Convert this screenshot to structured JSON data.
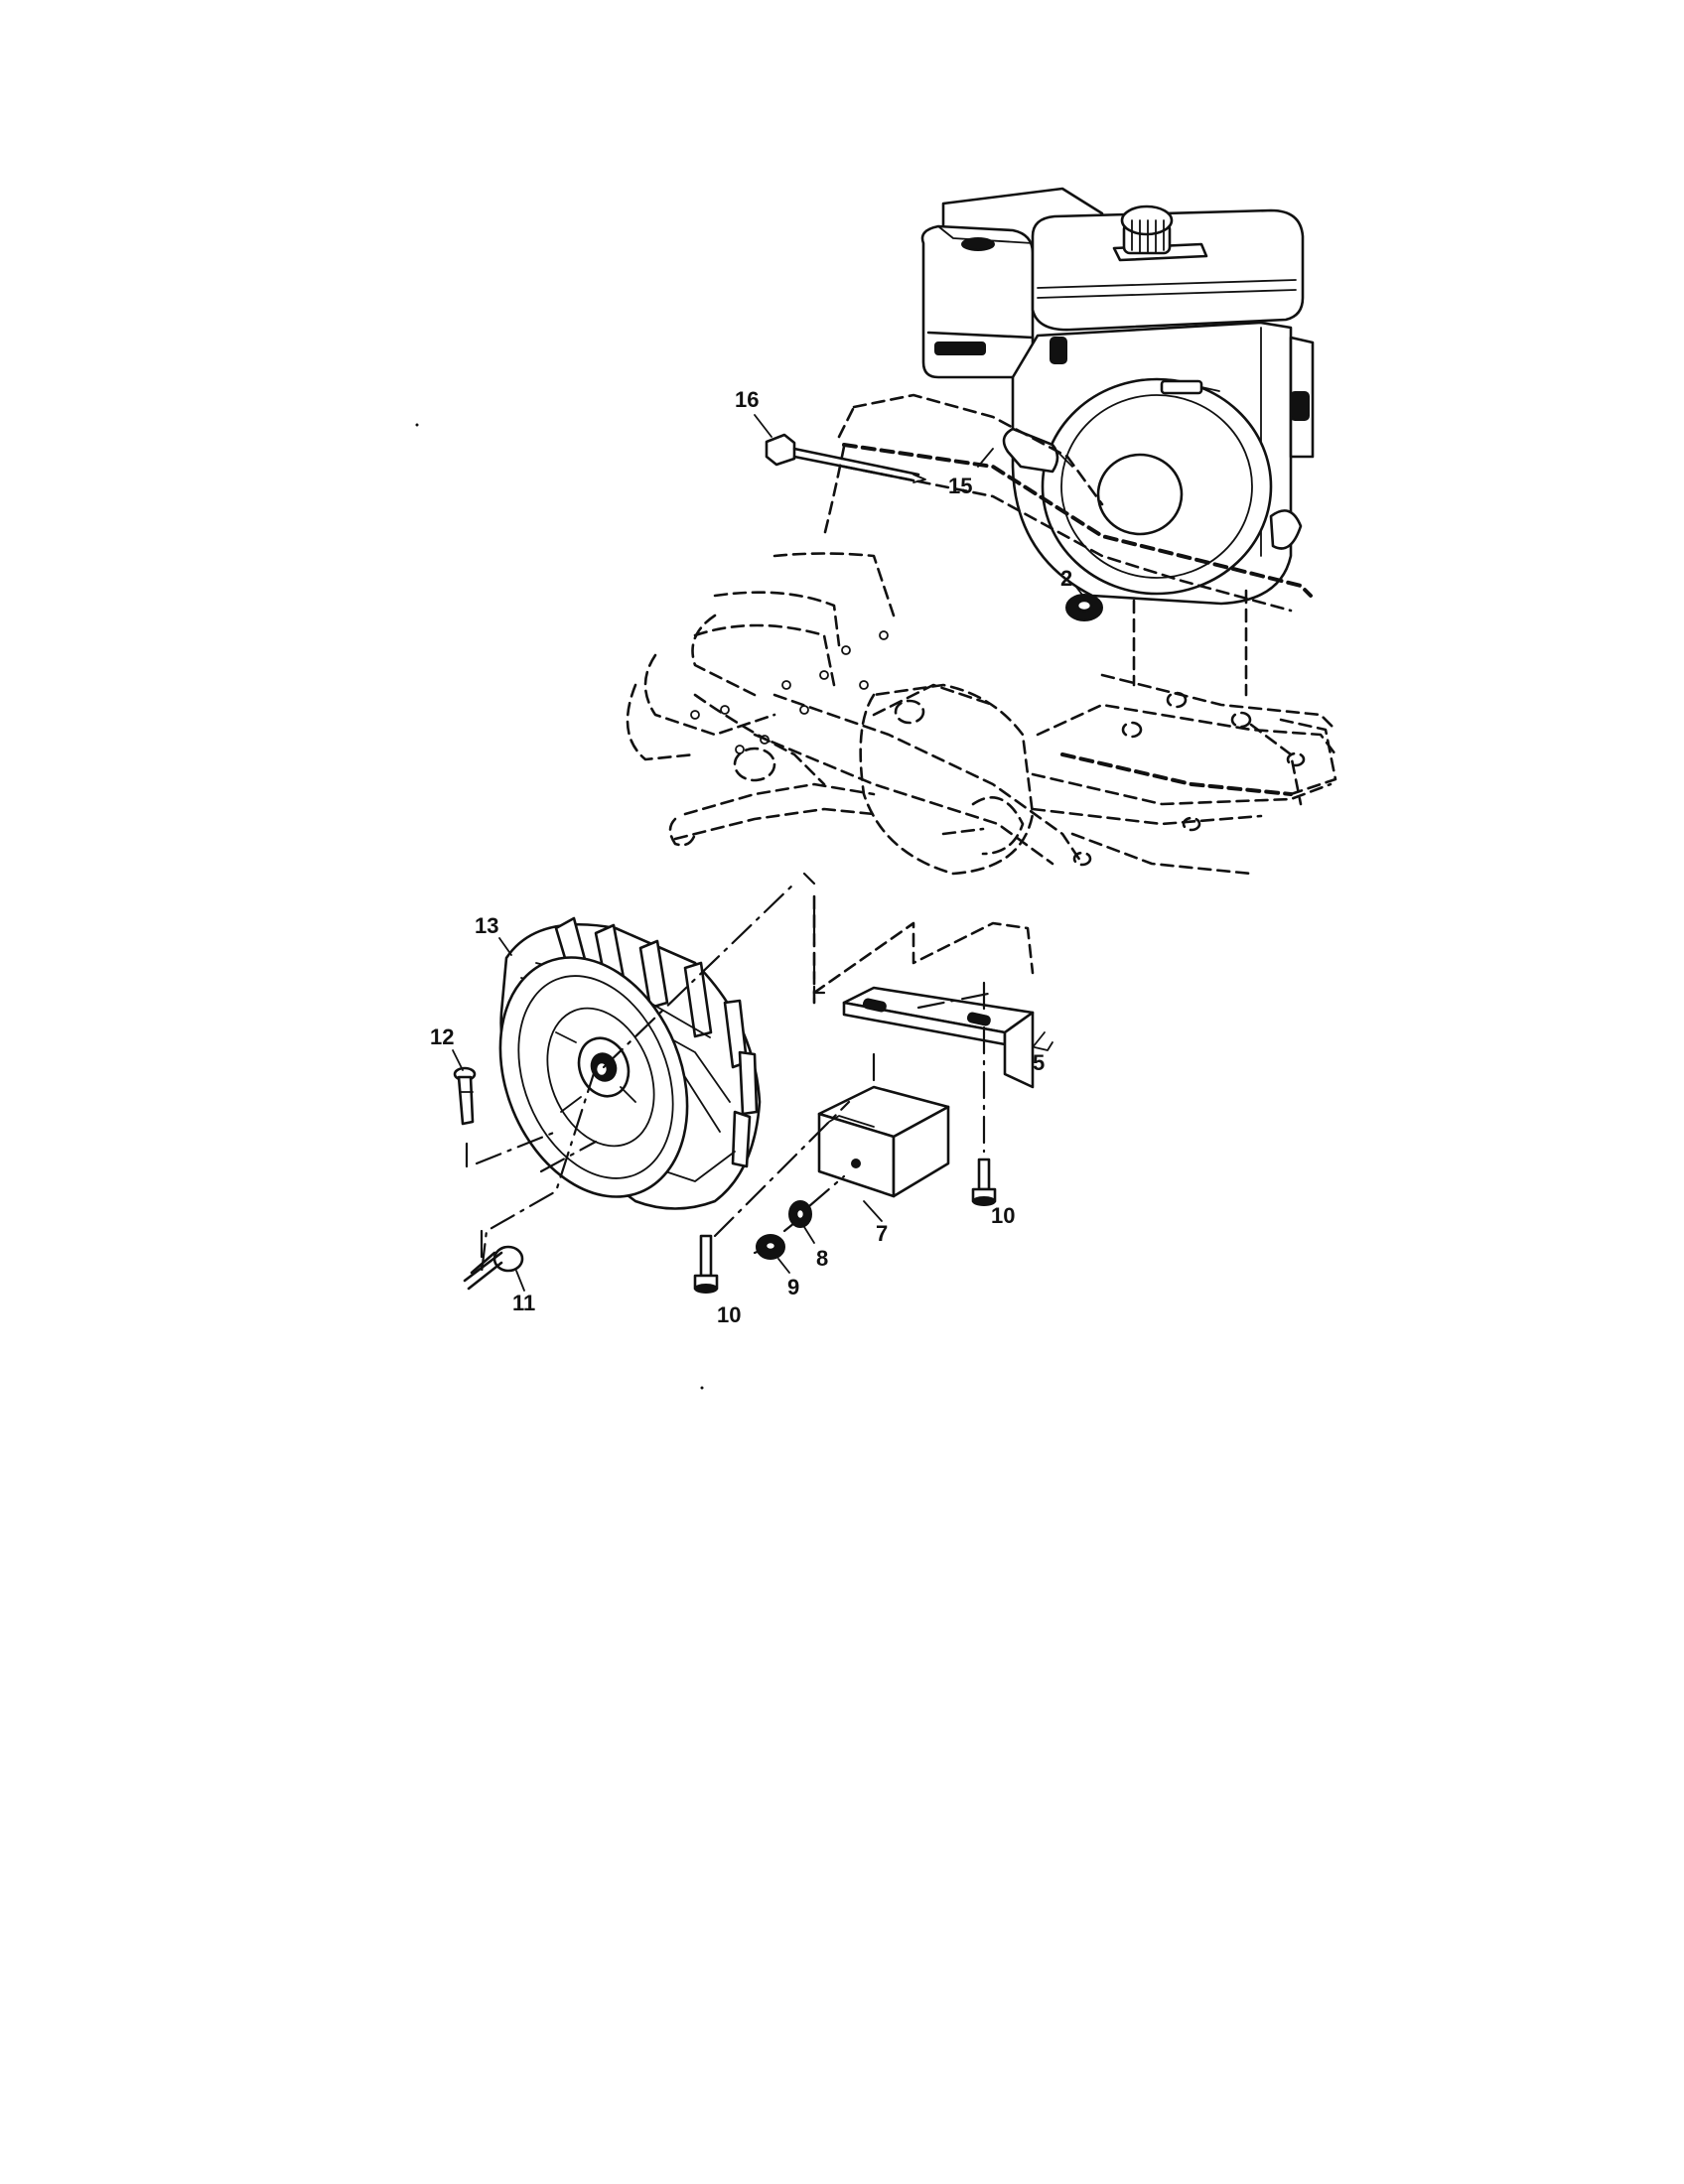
{
  "callouts": [
    {
      "id": "c16",
      "text": "16"
    },
    {
      "id": "c15",
      "text": "15"
    },
    {
      "id": "c2",
      "text": "2"
    },
    {
      "id": "c13",
      "text": "13"
    },
    {
      "id": "c12",
      "text": "12"
    },
    {
      "id": "c5",
      "text": "5"
    },
    {
      "id": "c7",
      "text": "7"
    },
    {
      "id": "c8",
      "text": "8"
    },
    {
      "id": "c9",
      "text": "9"
    },
    {
      "id": "c10a",
      "text": "10"
    },
    {
      "id": "c10b",
      "text": "10"
    },
    {
      "id": "c11",
      "text": "11"
    }
  ]
}
